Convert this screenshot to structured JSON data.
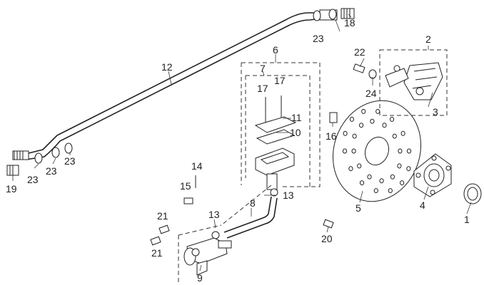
{
  "labels": {
    "p1": "1",
    "p2": "2",
    "p3": "3",
    "p4": "4",
    "p5": "5",
    "p6": "6",
    "p7": "7",
    "p8": "8",
    "p9": "9",
    "p10": "10",
    "p11": "11",
    "p12": "12",
    "p13a": "13",
    "p13b": "13",
    "p14": "14",
    "p15": "15",
    "p16": "16",
    "p17a": "17",
    "p17b": "17",
    "p18": "18",
    "p19": "19",
    "p20": "20",
    "p21a": "21",
    "p21b": "21",
    "p22": "22",
    "p23a": "23",
    "p23b": "23",
    "p23c": "23",
    "p23d": "23",
    "p24": "24"
  }
}
